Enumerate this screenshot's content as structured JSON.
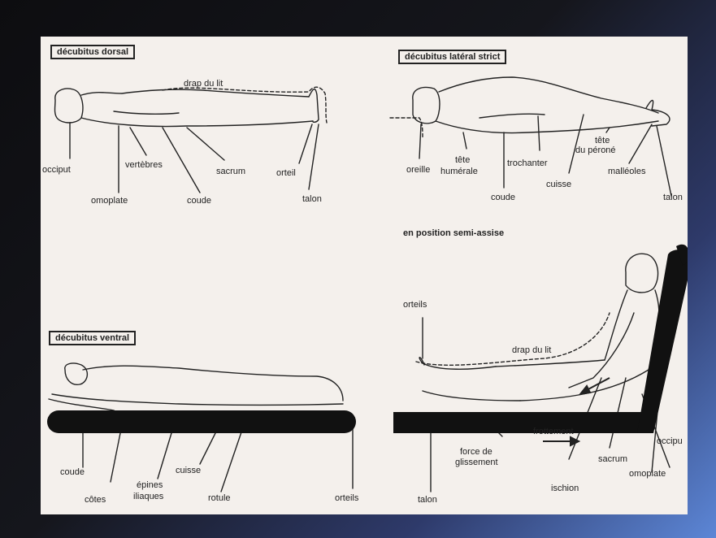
{
  "sections": {
    "dorsal": {
      "title": "décubitus dorsal",
      "labels": {
        "drap": "drap du lit",
        "occiput": "occiput",
        "vertebres": "vertèbres",
        "sacrum": "sacrum",
        "orteil": "orteil",
        "omoplate": "omoplate",
        "coude": "coude",
        "talon": "talon"
      }
    },
    "lateral": {
      "title": "décubitus latéral strict",
      "labels": {
        "oreille": "oreille",
        "tete_humerale_1": "tête",
        "tete_humerale_2": "humérale",
        "trochanter": "trochanter",
        "tete_perone_1": "tête",
        "tete_perone_2": "du péroné",
        "malleoles": "malléoles",
        "talon": "talon",
        "coude": "coude",
        "cuisse": "cuisse"
      }
    },
    "semi": {
      "title": "en position semi-assise",
      "labels": {
        "orteils": "orteils",
        "drap": "drap du lit",
        "force_1": "force de",
        "force_2": "glissement",
        "frottement": "frottement",
        "sacrum": "sacrum",
        "occiput": "occipu",
        "omoplate": "omoplate",
        "talon": "talon",
        "ischion": "ischion"
      }
    },
    "ventral": {
      "title": "décubitus ventral",
      "labels": {
        "coude": "coude",
        "cotes": "côtes",
        "epines_1": "épines",
        "epines_2": "iliaques",
        "cuisse": "cuisse",
        "rotule": "rotule",
        "orteils": "orteils"
      }
    }
  }
}
